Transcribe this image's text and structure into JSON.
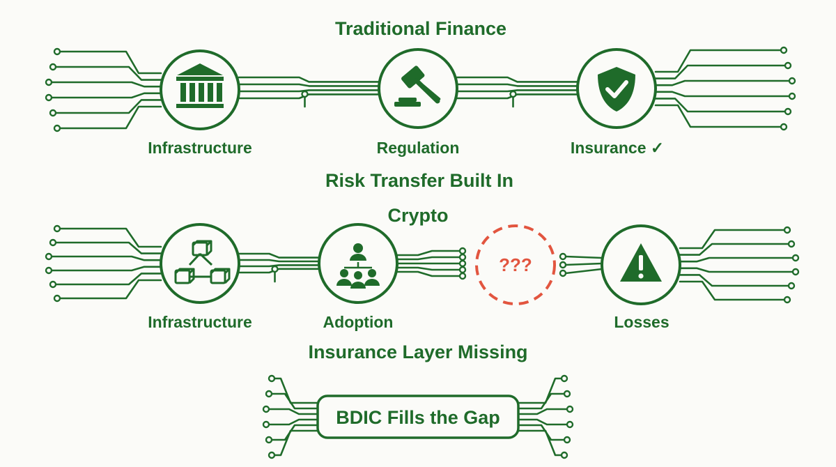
{
  "colors": {
    "primary": "#1f6b2a",
    "accent_warning": "#e2553f",
    "background": "#fbfbf8"
  },
  "traditional": {
    "heading": "Traditional Finance",
    "nodes": [
      {
        "icon": "bank-building-icon",
        "label": "Infrastructure"
      },
      {
        "icon": "gavel-icon",
        "label": "Regulation"
      },
      {
        "icon": "shield-check-icon",
        "label": "Insurance ✓"
      }
    ],
    "caption": "Risk Transfer Built In"
  },
  "crypto": {
    "heading": "Crypto",
    "nodes": [
      {
        "icon": "blockchain-cubes-icon",
        "label": "Infrastructure"
      },
      {
        "icon": "people-network-icon",
        "label": "Adoption"
      },
      {
        "icon": "missing-node-icon",
        "text": "???"
      },
      {
        "icon": "warning-triangle-icon",
        "label": "Losses"
      }
    ],
    "caption": "Insurance Layer Missing"
  },
  "cta": {
    "label": "BDIC Fills the Gap"
  }
}
